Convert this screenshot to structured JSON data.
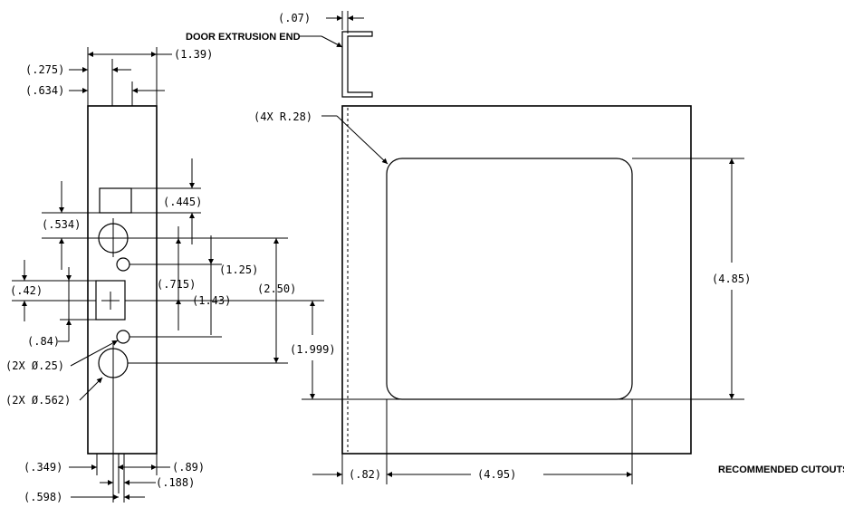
{
  "labels": {
    "door_extrusion_end": "DOOR EXTRUSION END",
    "recommended_cutouts": "RECOMMENDED CUTOUTS",
    "d_07": "(.07)",
    "d_139": "(1.39)",
    "d_275": "(.275)",
    "d_634": "(.634)",
    "d_445": "(.445)",
    "d_534": "(.534)",
    "d_125": "(1.25)",
    "d_715": "(.715)",
    "d_42": "(.42)",
    "d_143": "(1.43)",
    "d_250": "(2.50)",
    "d_84": "(.84)",
    "d_1999": "(1.999)",
    "d_2x25": "(2X Ø.25)",
    "d_2x562": "(2X Ø.562)",
    "d_349": "(.349)",
    "d_89": "(.89)",
    "d_188": "(.188)",
    "d_598": "(.598)",
    "d_4xr28": "(4X R.28)",
    "d_485": "(4.85)",
    "d_82": "(.82)",
    "d_495": "(4.95)"
  }
}
